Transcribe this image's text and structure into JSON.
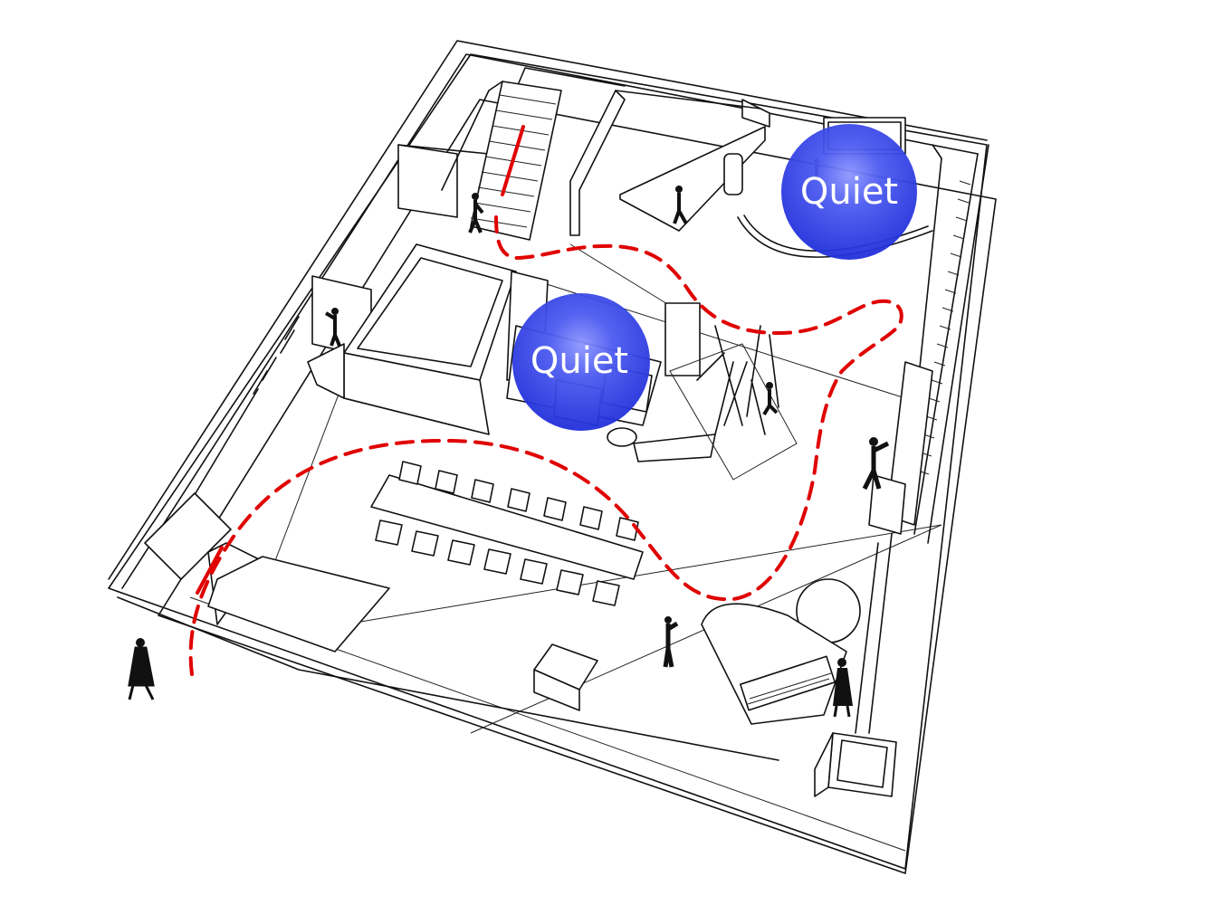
{
  "zones": [
    {
      "label": "Quiet"
    },
    {
      "label": "Quiet"
    }
  ],
  "colors": {
    "quiet_zone": "#2f3fe0",
    "route": "#e00000",
    "line": "#111111"
  },
  "icons": [
    "person-figure",
    "piano",
    "stairs",
    "conference-table"
  ]
}
